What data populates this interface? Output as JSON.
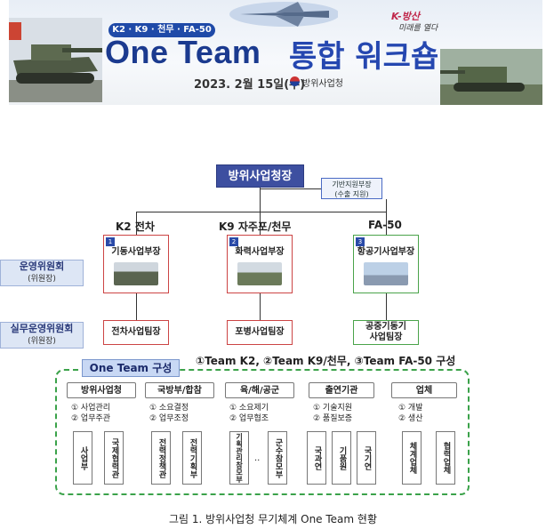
{
  "banner": {
    "pill": "K2 · K9 · 천무 · FA-50",
    "title_en": "One Team",
    "title_ko": "통합 워크숍",
    "date": "2023. 2월 15일(수)",
    "org": "방위사업청",
    "mark": "K-방산",
    "slogan": "미래를 열다"
  },
  "hq": "방위사업청장",
  "support": {
    "line1": "기반지원부장",
    "line2": "(수출 지원)"
  },
  "columns": [
    {
      "title": "K2 전차",
      "num": "1",
      "dept": "기동사업부장",
      "team": "전차사업팀장"
    },
    {
      "title": "K9 자주포/천무",
      "num": "2",
      "dept": "화력사업부장",
      "team": "포병사업팀장"
    },
    {
      "title": "FA-50",
      "num": "3",
      "dept": "항공기사업부장",
      "team_l1": "공중기동기",
      "team_l2": "사업팀장"
    }
  ],
  "side": {
    "committee1": "운영위원회",
    "committee1_sub": "(위원장)",
    "committee2": "실무운영위원회",
    "committee2_sub": "(위원장)"
  },
  "one_team": {
    "label": "One Team 구성",
    "desc": "①Team K2, ②Team K9/천무, ③Team FA-50 구성",
    "groups": [
      {
        "head": "방위사업청",
        "role1": "① 사업관리",
        "role2": "② 업무주관",
        "boxes": [
          "사업부",
          "국제협력관"
        ]
      },
      {
        "head": "국방부/합참",
        "role1": "① 소요결정",
        "role2": "② 업무조정",
        "boxes": [
          "전력정책관",
          "전력기획부"
        ]
      },
      {
        "head": "육/해/공군",
        "role1": "① 소요제기",
        "role2": "② 업무협조",
        "boxes": [
          "기획관리참모부",
          "군수참모부"
        ],
        "dots": ".."
      },
      {
        "head": "출연기관",
        "role1": "① 기술지원",
        "role2": "② 품질보증",
        "boxes": [
          "국과연",
          "기품원",
          "국기연"
        ]
      },
      {
        "head": "업체",
        "role1": "① 개발",
        "role2": "② 생산",
        "boxes": [
          "체계업체",
          "협력업체"
        ]
      }
    ]
  },
  "caption": "그림 1. 방위사업청 무기체계 One Team 현황"
}
